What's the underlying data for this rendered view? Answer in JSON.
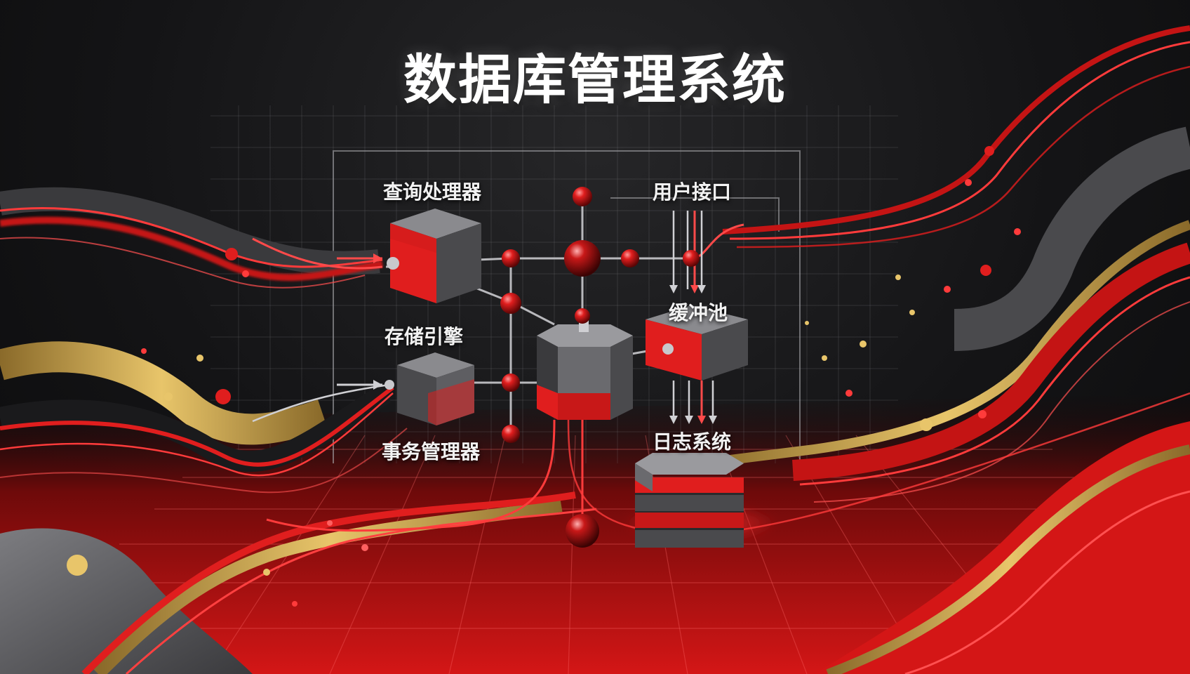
{
  "title": "数据库管理系统",
  "labels": {
    "query_processor": "查询处理器",
    "user_interface": "用户接口",
    "buffer_pool": "缓冲池",
    "storage_engine": "存储引擎",
    "transaction_manager": "事务管理器",
    "log_system": "日志系统"
  },
  "colors": {
    "background": "#141416",
    "accent_red": "#e01e1e",
    "dark_red": "#7a0c0c",
    "gold": "#c9a24a",
    "cube_gray": "#5a5a5c",
    "grid_line": "#8a8a8e",
    "text": "#f2f2f2"
  },
  "icons": {
    "query_processor": "cube-icon",
    "storage_engine": "cube-icon",
    "central_core": "octagonal-prism-icon",
    "buffer_pool": "cube-icon",
    "log_system": "database-cylinder-icon",
    "nodes": "red-sphere-icon"
  }
}
